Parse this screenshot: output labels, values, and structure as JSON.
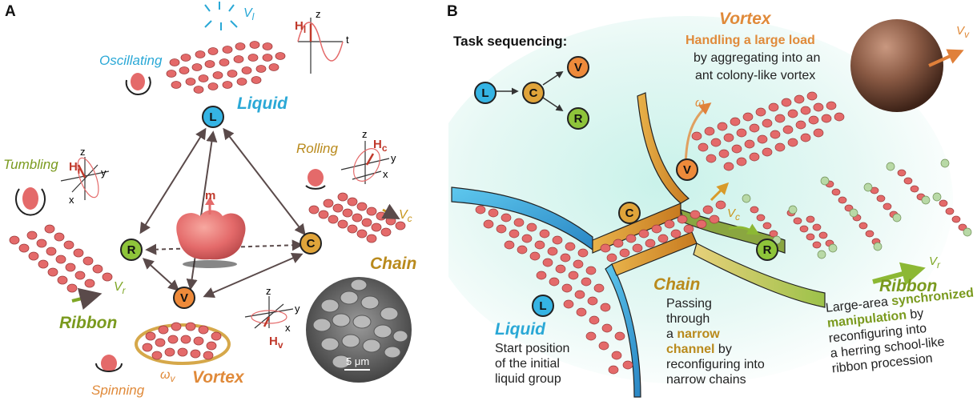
{
  "panelA": {
    "letter": "A",
    "nodes": {
      "L": "L",
      "R": "R",
      "C": "C",
      "V": "V"
    },
    "moment_label": "m",
    "modes": {
      "oscillating": "Oscillating",
      "tumbling": "Tumbling",
      "rolling": "Rolling",
      "spinning": "Spinning"
    },
    "groups": {
      "liquid": "Liquid",
      "chain": "Chain",
      "ribbon": "Ribbon",
      "vortex": "Vortex"
    },
    "velocities": {
      "v_l": "V",
      "v_l_sub": "l",
      "v_c": "V",
      "v_c_sub": "c",
      "v_r": "V",
      "v_r_sub": "r",
      "omega_v": "ω",
      "omega_v_sub": "v"
    },
    "fields": {
      "h_l": "H",
      "h_l_sub": "l",
      "h_r": "H",
      "h_r_sub": "r",
      "h_c": "H",
      "h_c_sub": "c",
      "h_v": "H",
      "h_v_sub": "v"
    },
    "axes": {
      "z": "z",
      "y": "y",
      "x": "x",
      "t": "t"
    },
    "sem_scale": "5 μm"
  },
  "panelB": {
    "letter": "B",
    "task_title": "Task sequencing:",
    "nodes": {
      "L": "L",
      "C": "C",
      "V": "V",
      "R": "R"
    },
    "vortex": {
      "title": "Vortex",
      "line1": "Handling a large load",
      "line2": "by aggregating into an",
      "line3": "ant colony-like vortex",
      "v": "V",
      "v_sub": "v",
      "omega": "ω",
      "omega_sub": "v"
    },
    "chain": {
      "title": "Chain",
      "lines": [
        "Passing",
        "through",
        "a",
        "narrow",
        "channel",
        "by",
        "reconfiguring into",
        "narrow chains"
      ],
      "v": "V",
      "v_sub": "c"
    },
    "liquid": {
      "title": "Liquid",
      "lines": [
        "Start position",
        "of the initial",
        "liquid group"
      ]
    },
    "ribbon": {
      "title": "Ribbon",
      "v": "V",
      "v_sub": "r",
      "lines": [
        "Large-area",
        "synchronized",
        "manipulation",
        "by",
        "reconfiguring into",
        "a herring school-like",
        "ribbon procession"
      ]
    }
  },
  "colors": {
    "liquid": "#2aa8d6",
    "chain": "#c8961e",
    "ribbon": "#7fa726",
    "vortex": "#e0803a",
    "robot": "#e46a6a"
  }
}
